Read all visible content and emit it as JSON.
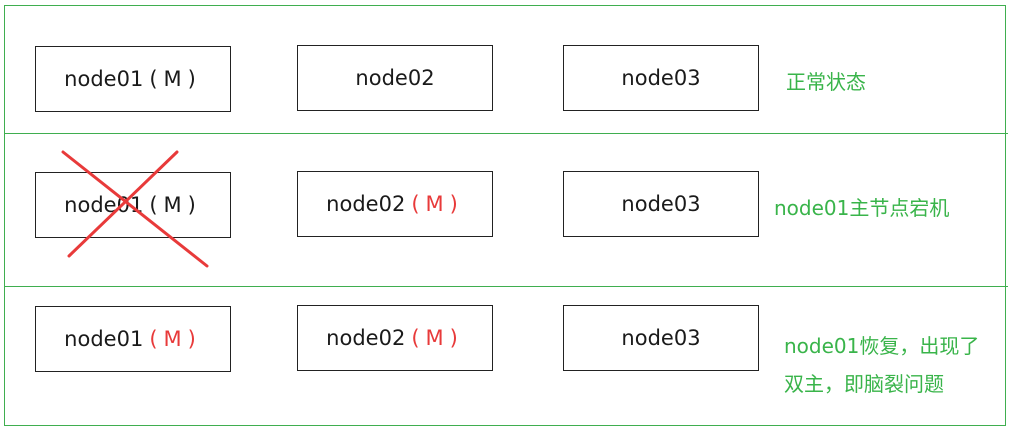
{
  "colors": {
    "frame": "#3fae4f",
    "caption": "#39b44a",
    "master_red": "#e83a3a",
    "node_text": "#1a1a1a"
  },
  "rows": [
    {
      "nodes": [
        {
          "label": "node01",
          "tag": "(M)",
          "tag_color": "black"
        },
        {
          "label": "node02",
          "tag": "",
          "tag_color": ""
        },
        {
          "label": "node03",
          "tag": "",
          "tag_color": ""
        }
      ],
      "caption": [
        "正常状态"
      ]
    },
    {
      "nodes": [
        {
          "label": "node01",
          "tag": "(M)",
          "tag_color": "black",
          "crossed_out": true
        },
        {
          "label": "node02",
          "tag": "(M)",
          "tag_color": "red"
        },
        {
          "label": "node03",
          "tag": "",
          "tag_color": ""
        }
      ],
      "caption": [
        "node01主节点宕机"
      ]
    },
    {
      "nodes": [
        {
          "label": "node01",
          "tag": "(M)",
          "tag_color": "red"
        },
        {
          "label": "node02",
          "tag": "(M)",
          "tag_color": "red"
        },
        {
          "label": "node03",
          "tag": "",
          "tag_color": ""
        }
      ],
      "caption": [
        "node01恢复，出现了",
        "双主，即脑裂问题"
      ]
    }
  ],
  "icons": {
    "crossed_node": "red-x-icon"
  }
}
